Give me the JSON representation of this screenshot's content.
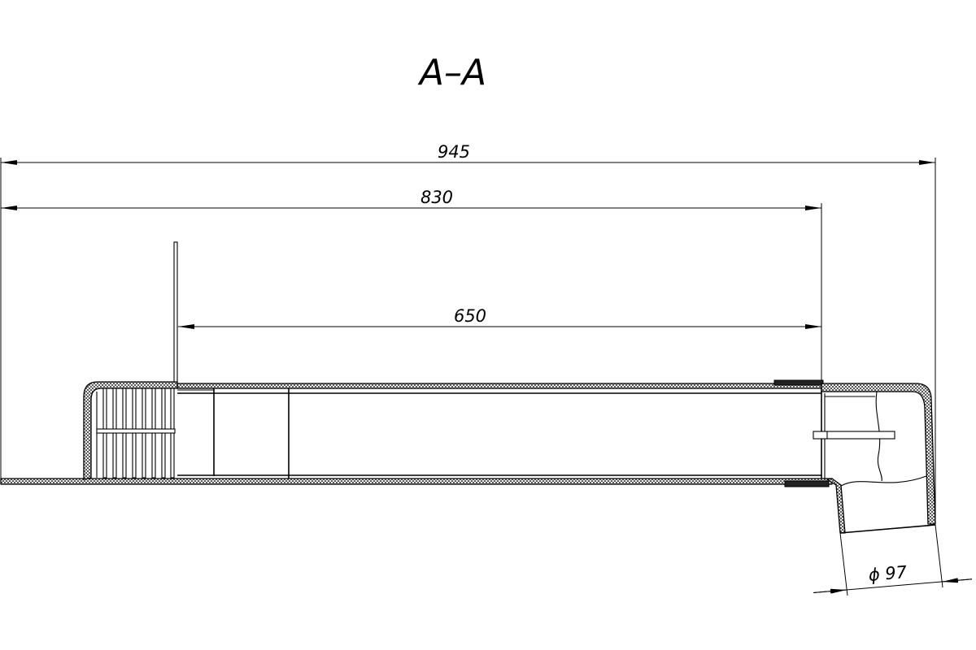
{
  "title": "A–A",
  "dimensions": {
    "overall_length": "945",
    "body_length": "830",
    "inner_length": "650",
    "outlet_diameter": "ϕ 97"
  },
  "colors": {
    "line": "#000000",
    "background": "#ffffff"
  }
}
